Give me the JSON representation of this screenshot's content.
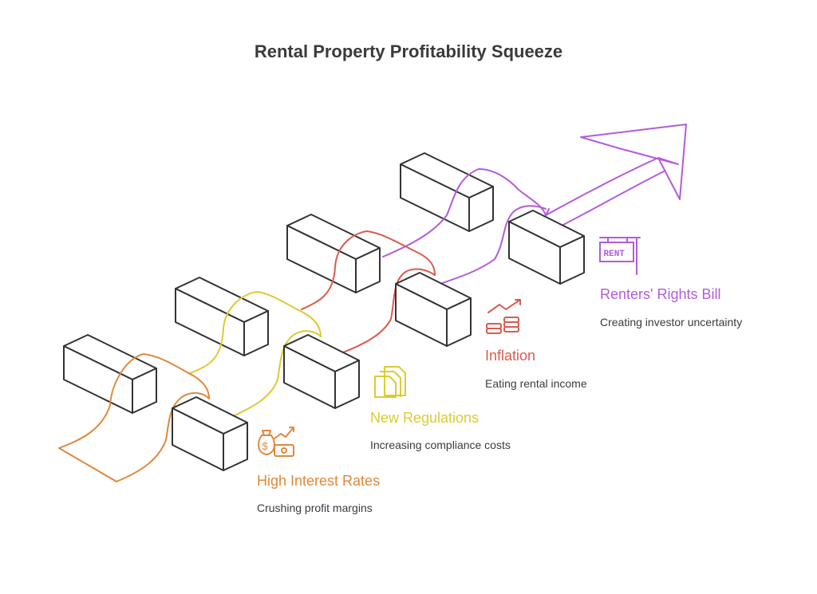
{
  "title": "Rental Property Profitability Squeeze",
  "colors": {
    "orange": "#e0883a",
    "yellow": "#dccb32",
    "red": "#dc5a4e",
    "purple": "#b45bd8",
    "block": "#333333"
  },
  "items": [
    {
      "label": "High Interest Rates",
      "description": "Crushing profit margins",
      "color": "#e0883a",
      "icon": "money-bag-growth-icon"
    },
    {
      "label": "New Regulations",
      "description": "Increasing compliance costs",
      "color": "#dccb32",
      "icon": "documents-icon"
    },
    {
      "label": "Inflation",
      "description": "Eating rental income",
      "color": "#dc5a4e",
      "icon": "coins-growth-icon"
    },
    {
      "label": "Renters' Rights Bill",
      "description": "Creating investor uncertainty",
      "color": "#b45bd8",
      "icon": "rent-sign-icon",
      "sign_text": "RENT"
    }
  ]
}
